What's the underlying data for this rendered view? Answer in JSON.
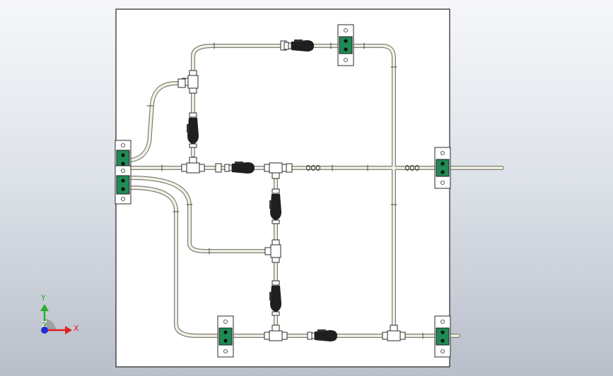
{
  "view": {
    "background_top": "#f6f7f9",
    "background_bottom": "#b9bfca"
  },
  "colors": {
    "panel": "#ffffff",
    "panel_border": "#222222",
    "tube_outer": "#7d7d73",
    "tube_inner": "#f1f1e6",
    "fitting_fill": "#ffffff",
    "fitting_stroke": "#2b2b2b",
    "valve": "#1f1f1f",
    "clamp_green": "#1f8a55",
    "axis_x": "#e01f1f",
    "axis_y": "#29b02e",
    "axis_z": "#1b2fd6"
  },
  "axis_triad": {
    "x_label": "X",
    "y_label": "Y",
    "z_label": "Z"
  },
  "assembly": {
    "clamps": [
      {
        "id": "clamp-top"
      },
      {
        "id": "clamp-left-upper"
      },
      {
        "id": "clamp-left-lower"
      },
      {
        "id": "clamp-right-middle"
      },
      {
        "id": "clamp-bottom-left"
      },
      {
        "id": "clamp-bottom-right"
      }
    ],
    "valves": [
      {
        "id": "valve-top-horizontal"
      },
      {
        "id": "valve-upper-vertical"
      },
      {
        "id": "valve-middle-horizontal"
      },
      {
        "id": "valve-center-vertical-upper"
      },
      {
        "id": "valve-center-vertical-lower"
      },
      {
        "id": "valve-bottom-horizontal"
      }
    ],
    "tees": [
      {
        "id": "tee-upper-left"
      },
      {
        "id": "tee-middle-left"
      },
      {
        "id": "tee-middle-center"
      },
      {
        "id": "tee-center"
      },
      {
        "id": "tee-bottom-center"
      },
      {
        "id": "tee-bottom-right"
      }
    ]
  }
}
